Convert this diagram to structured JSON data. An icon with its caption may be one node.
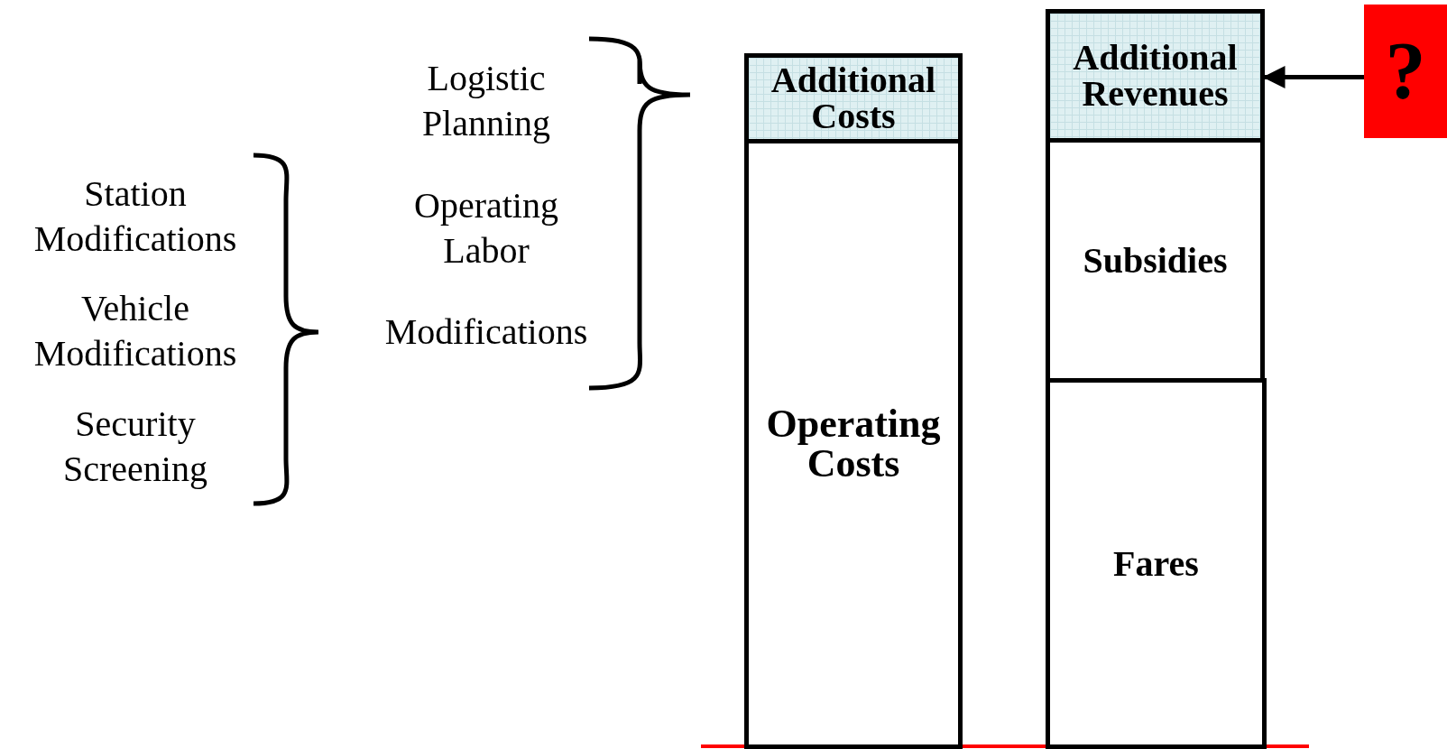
{
  "diagram": {
    "nodes": [
      {
        "text": [
          "Additional Costs"
        ]
      },
      {
        "text": [
          "Operating Costs"
        ]
      },
      {
        "text": [
          "Additional Revenues"
        ]
      },
      {
        "text": [
          "Subsidies"
        ]
      },
      {
        "text": [
          "Fares"
        ]
      },
      {
        "text": [
          "?"
        ]
      }
    ],
    "edges": [
      {
        "from": 5,
        "to": 2,
        "arrow": "to"
      }
    ],
    "labels": [
      "Logistic Planning",
      "Station Modifications",
      "Operating Labor",
      "Vehicle Modifications",
      "Modifications",
      "Security Screening"
    ]
  }
}
